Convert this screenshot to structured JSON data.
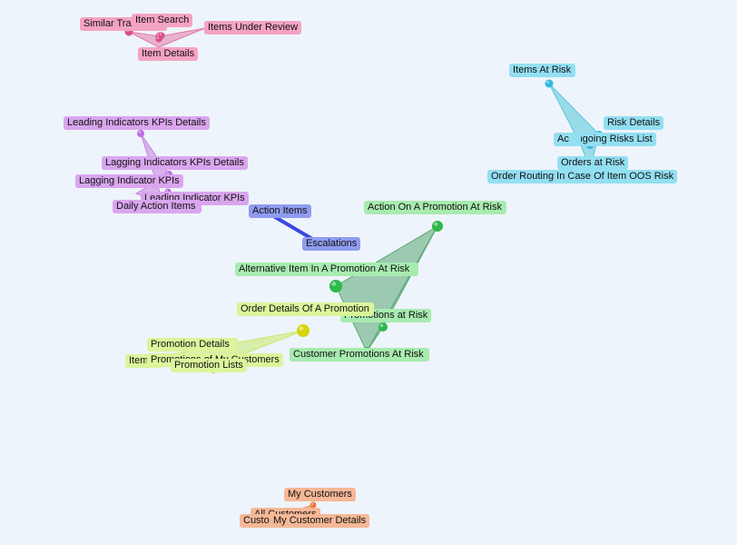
{
  "colors": {
    "pink": {
      "fill": "#f5a3c2",
      "mesh": "#e27aa6",
      "node": "#d94f8c"
    },
    "violet": {
      "fill": "#d9a6ee",
      "mesh": "#c57fe4",
      "node": "#b86be0"
    },
    "blue": {
      "fill": "#8f9cf0",
      "mesh": "#3a48e0",
      "node": "#3b4de6"
    },
    "green": {
      "fill": "#a8ebb0",
      "mesh": "#5aa873",
      "node": "#2db84a"
    },
    "lime": {
      "fill": "#dbf59b",
      "mesh": "#c6ea6a",
      "node": "#d7d40e"
    },
    "cyan": {
      "fill": "#93dff2",
      "mesh": "#55c6dc",
      "node": "#36b8dc"
    },
    "orange": {
      "fill": "#f5b897",
      "mesh": "#f08c5a",
      "node": "#ef7a3c"
    }
  },
  "clusters": [
    {
      "id": "item-research",
      "color": "pink",
      "nodes": [
        {
          "label": "Similar Trait Items"
        },
        {
          "label": "Item Search"
        },
        {
          "label": "Items Under Review"
        },
        {
          "label": "Item Details"
        }
      ]
    },
    {
      "id": "kpis",
      "color": "violet",
      "nodes": [
        {
          "label": "Leading Indicators KPIs Details"
        },
        {
          "label": "Lagging Indicators KPIs Details"
        },
        {
          "label": "Lagging Indicator KPIs"
        },
        {
          "label": "Leading Indicator KPIs"
        },
        {
          "label": "Daily Action Items"
        }
      ]
    },
    {
      "id": "actions",
      "color": "blue",
      "nodes": [
        {
          "label": "Action Items"
        },
        {
          "label": "Escalations"
        }
      ]
    },
    {
      "id": "promotions",
      "color": "green",
      "nodes": [
        {
          "label": "Action On A Promotion At Risk"
        },
        {
          "label": "Alternative Item In A Promotion At Risk"
        },
        {
          "label": "Promotions at Risk"
        },
        {
          "label": "Customer Promotions At Risk"
        }
      ]
    },
    {
      "id": "promotion-lists",
      "color": "lime",
      "nodes": [
        {
          "label": "Order Details Of A Promotion"
        },
        {
          "label": "Promotion Details"
        },
        {
          "label": "Item"
        },
        {
          "label": "Promotions of My Customers"
        },
        {
          "label": "Promotion Lists"
        }
      ]
    },
    {
      "id": "risk",
      "color": "cyan",
      "nodes": [
        {
          "label": "Items At Risk"
        },
        {
          "label": "Risk Details"
        },
        {
          "label": "Ongoing Risks List"
        },
        {
          "label": "Ac"
        },
        {
          "label": "Orders at Risk"
        },
        {
          "label": "Order Routing In Case Of Item OOS Risk"
        }
      ]
    },
    {
      "id": "customers",
      "color": "orange",
      "nodes": [
        {
          "label": "My Customers"
        },
        {
          "label": "All Customers"
        },
        {
          "label": "Custom"
        },
        {
          "label": "My Customer Details"
        }
      ]
    }
  ]
}
